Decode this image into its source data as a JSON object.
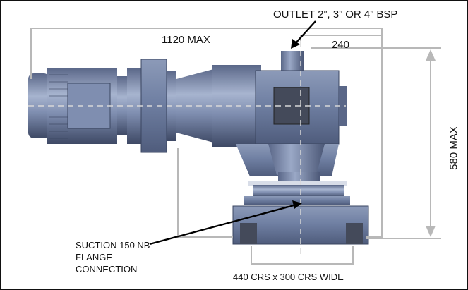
{
  "diagram": {
    "outlet_label": "OUTLET 2”, 3” OR 4” BSP",
    "overall_length": "1120 MAX",
    "offset_dimension": "240",
    "height_dimension": "580 MAX",
    "suction_label": [
      "SUCTION 150 NB",
      "FLANGE",
      "CONNECTION"
    ],
    "base_label": "440 CRS x 300 CRS WIDE"
  },
  "colors": {
    "machine_body": "#6f7fa0",
    "machine_dark": "#3a4560",
    "machine_light": "#a9b6d0",
    "dimension_lines": "#b8b8b8",
    "frame": "#111111"
  }
}
